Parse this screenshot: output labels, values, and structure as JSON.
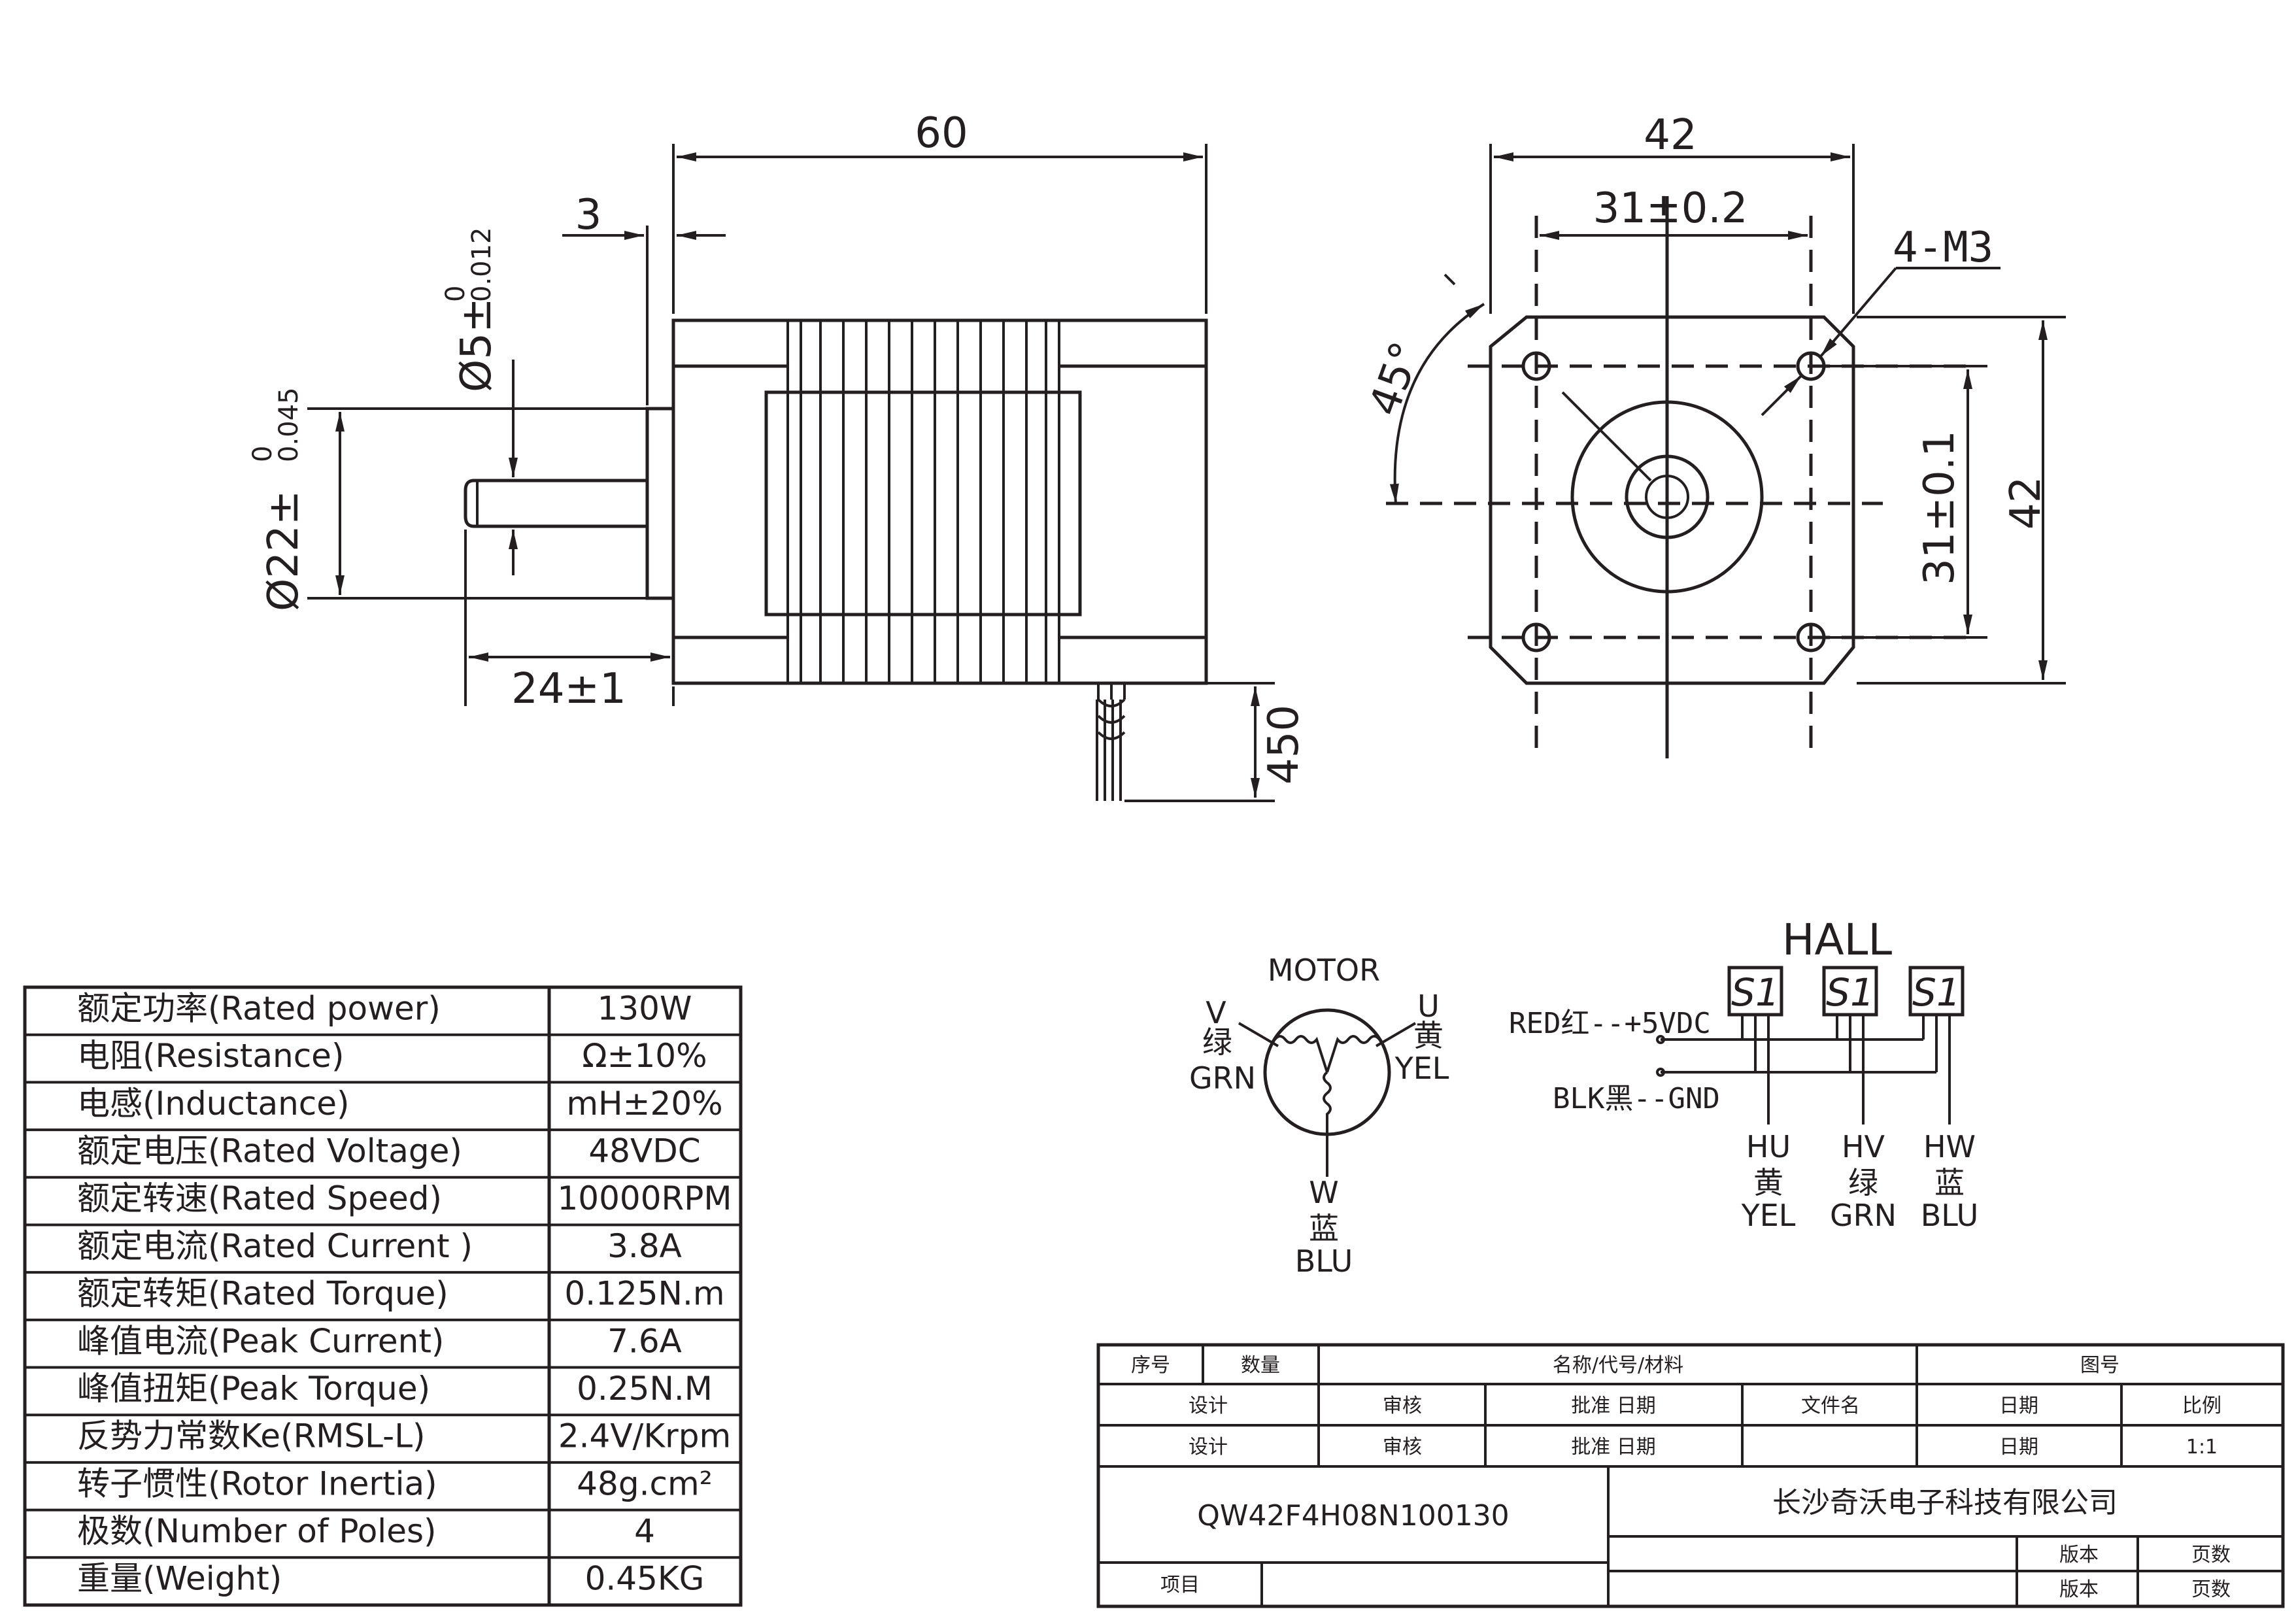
{
  "dimensions": {
    "body_length": "60",
    "flange_thickness": "3",
    "shaft_dia_base": "Ø5±",
    "shaft_tol_upper": "0",
    "shaft_tol_lower": "0.012",
    "pilot_dia_base": "Ø22±",
    "pilot_tol_upper": "0",
    "pilot_tol_lower": "0.045",
    "shaft_length": "24±1",
    "lead_length": "450",
    "face_width": "42",
    "hole_spacing_h": "31±0.2",
    "holes": "4-M3",
    "angle": "45°",
    "hole_spacing_v": "31±0.1",
    "face_height": "42"
  },
  "motor_wiring": {
    "title": "MOTOR",
    "v_label": "V",
    "v_cn": "绿",
    "v_en": "GRN",
    "u_label": "U",
    "u_cn": "黄",
    "u_en": "YEL",
    "w_label": "W",
    "w_cn": "蓝",
    "w_en": "BLU"
  },
  "hall_wiring": {
    "title": "HALL",
    "sensor_label": "S1",
    "power": "RED红--+5VDC",
    "ground": "BLK黑--GND",
    "outputs": [
      {
        "name": "HU",
        "cn": "黄",
        "en": "YEL"
      },
      {
        "name": "HV",
        "cn": "绿",
        "en": "GRN"
      },
      {
        "name": "HW",
        "cn": "蓝",
        "en": "BLU"
      }
    ]
  },
  "specs": [
    {
      "label": "额定功率(Rated power)",
      "value": "130W"
    },
    {
      "label": "电阻(Resistance)",
      "value": "Ω±10%"
    },
    {
      "label": "电感(Inductance)",
      "value": "mH±20%"
    },
    {
      "label": "额定电压(Rated Voltage)",
      "value": "48VDC"
    },
    {
      "label": "额定转速(Rated Speed)",
      "value": "10000RPM"
    },
    {
      "label": "额定电流(Rated Current )",
      "value": "3.8A"
    },
    {
      "label": "额定转矩(Rated Torque)",
      "value": "0.125N.m"
    },
    {
      "label": "峰值电流(Peak Current)",
      "value": "7.6A"
    },
    {
      "label": "峰值扭矩(Peak Torque)",
      "value": "0.25N.M"
    },
    {
      "label": "反势力常数Ke(RMSL-L)",
      "value": "2.4V/Krpm"
    },
    {
      "label": "转子惯性(Rotor Inertia)",
      "value": "48g.cm²"
    },
    {
      "label": "极数(Number of Poles)",
      "value": "4"
    },
    {
      "label": "重量(Weight)",
      "value": "0.45KG"
    }
  ],
  "title_block": {
    "seq": "序号",
    "qty": "数量",
    "name_code_material": "名称/代号/材料",
    "drawing_no": "图号",
    "design_1": "设计",
    "review_1": "审核",
    "approve_date_1": "批准 日期",
    "file_name": "文件名",
    "date_1": "日期",
    "scale_label": "比例",
    "design_2": "设计",
    "review_2": "审核",
    "approve_date_2": "批准 日期",
    "date_2": "日期",
    "scale_value": "1:1",
    "part_number": "QW42F4H08N100130",
    "company": "长沙奇沃电子科技有限公司",
    "version_1": "版本",
    "page_1": "页数",
    "project": "项目",
    "version_2": "版本",
    "page_2": "页数"
  }
}
